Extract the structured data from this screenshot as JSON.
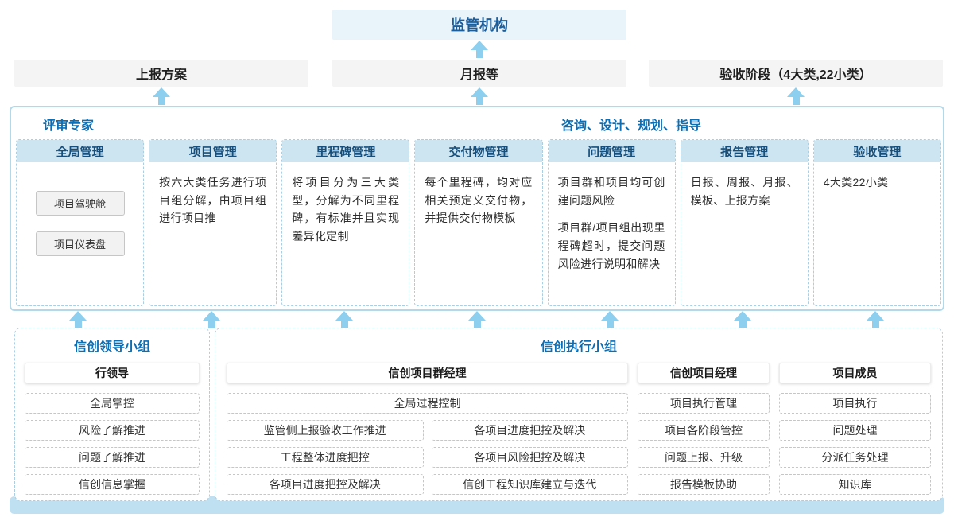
{
  "title": "监管机构",
  "outputs": [
    "上报方案",
    "月报等",
    "验收阶段（4大类,22小类）"
  ],
  "middle": {
    "left_label": "评审专家",
    "right_label": "咨询、设计、规划、指导",
    "columns": [
      {
        "title": "全局管理",
        "items": [
          "项目驾驶舱",
          "项目仪表盘"
        ]
      },
      {
        "title": "项目管理",
        "paragraphs": [
          "按六大类任务进行项目组分解，由项目组进行项目推"
        ]
      },
      {
        "title": "里程碑管理",
        "paragraphs": [
          "将项目分为三大类型，分解为不同里程碑，有标准并且实现差异化定制"
        ]
      },
      {
        "title": "交付物管理",
        "paragraphs": [
          "每个里程碑，均对应相关预定义交付物，并提供交付物模板"
        ]
      },
      {
        "title": "问题管理",
        "paragraphs": [
          "项目群和项目均可创建问题风险",
          "项目群/项目组出现里程碑超时，提交问题风险进行说明和解决"
        ]
      },
      {
        "title": "报告管理",
        "paragraphs": [
          "日报、周报、月报、模板、上报方案"
        ]
      },
      {
        "title": "验收管理",
        "paragraphs": [
          "4大类22小类"
        ]
      }
    ]
  },
  "leadership": {
    "title": "信创领导小组",
    "role": "行领导",
    "items": [
      "全局掌控",
      "风险了解推进",
      "问题了解推进",
      "信创信息掌握"
    ]
  },
  "execution": {
    "title": "信创执行小组",
    "groups": [
      {
        "role": "信创项目群经理",
        "full_item": "全局过程控制",
        "col1": [
          "监管侧上报验收工作推进",
          "工程整体进度把控",
          "各项目进度把控及解决"
        ],
        "col2": [
          "各项目进度把控及解决",
          "各项目风险把控及解决",
          "信创工程知识库建立与迭代"
        ]
      },
      {
        "role": "信创项目经理",
        "items": [
          "项目执行管理",
          "项目各阶段管控",
          "问题上报、升级",
          "报告模板协助"
        ]
      },
      {
        "role": "项目成员",
        "items": [
          "项目执行",
          "问题处理",
          "分派任务处理",
          "知识库"
        ]
      }
    ]
  },
  "colors": {
    "accent_blue": "#0c6fb5",
    "column_header_text": "#174f7c",
    "column_header_bg": "#cde5f1",
    "arrow": "#8ccfee",
    "panel_border": "#b3d8ea",
    "dashed_border": "#a9cfe4",
    "bottom_band": "#bfe0f1"
  }
}
